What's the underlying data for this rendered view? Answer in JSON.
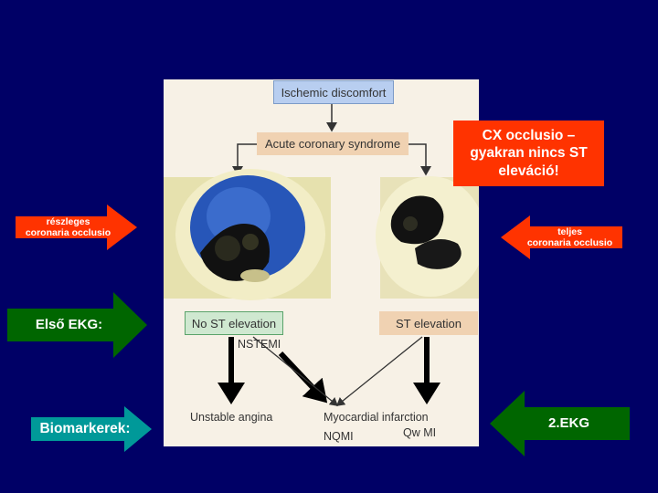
{
  "figure": {
    "ischemic_discomfort": "Ischemic discomfort",
    "acute_coronary_syndrome": "Acute coronary syndrome",
    "no_st_elevation": "No ST elevation",
    "st_elevation": "ST elevation",
    "nstemi": "NSTEMI",
    "unstable_angina": "Unstable angina",
    "myocardial_infarction": "Myocardial infarction",
    "nqmi": "NQMI",
    "qw_mi": "Qw MI"
  },
  "annotations": {
    "cx_occlusion": "CX occlusio –\ngyakran nincs ST\neleváció!",
    "partial_occlusion_line1": "részleges",
    "partial_occlusion_line2": "coronaria occlusio",
    "total_occlusion_line1": "teljes",
    "total_occlusion_line2": "coronaria occlusio",
    "first_ekg": "Első EKG:",
    "biomarkers": "Biomarkerek:",
    "second_ekg": "2.EKG"
  },
  "colors": {
    "background": "#000066",
    "red_arrow": "#ff3300",
    "green_arrow": "#006600",
    "teal_arrow": "#009999",
    "box_blue": "#b8cef0",
    "box_beige": "#f0d2b2",
    "box_green": "#cfe8d0"
  }
}
